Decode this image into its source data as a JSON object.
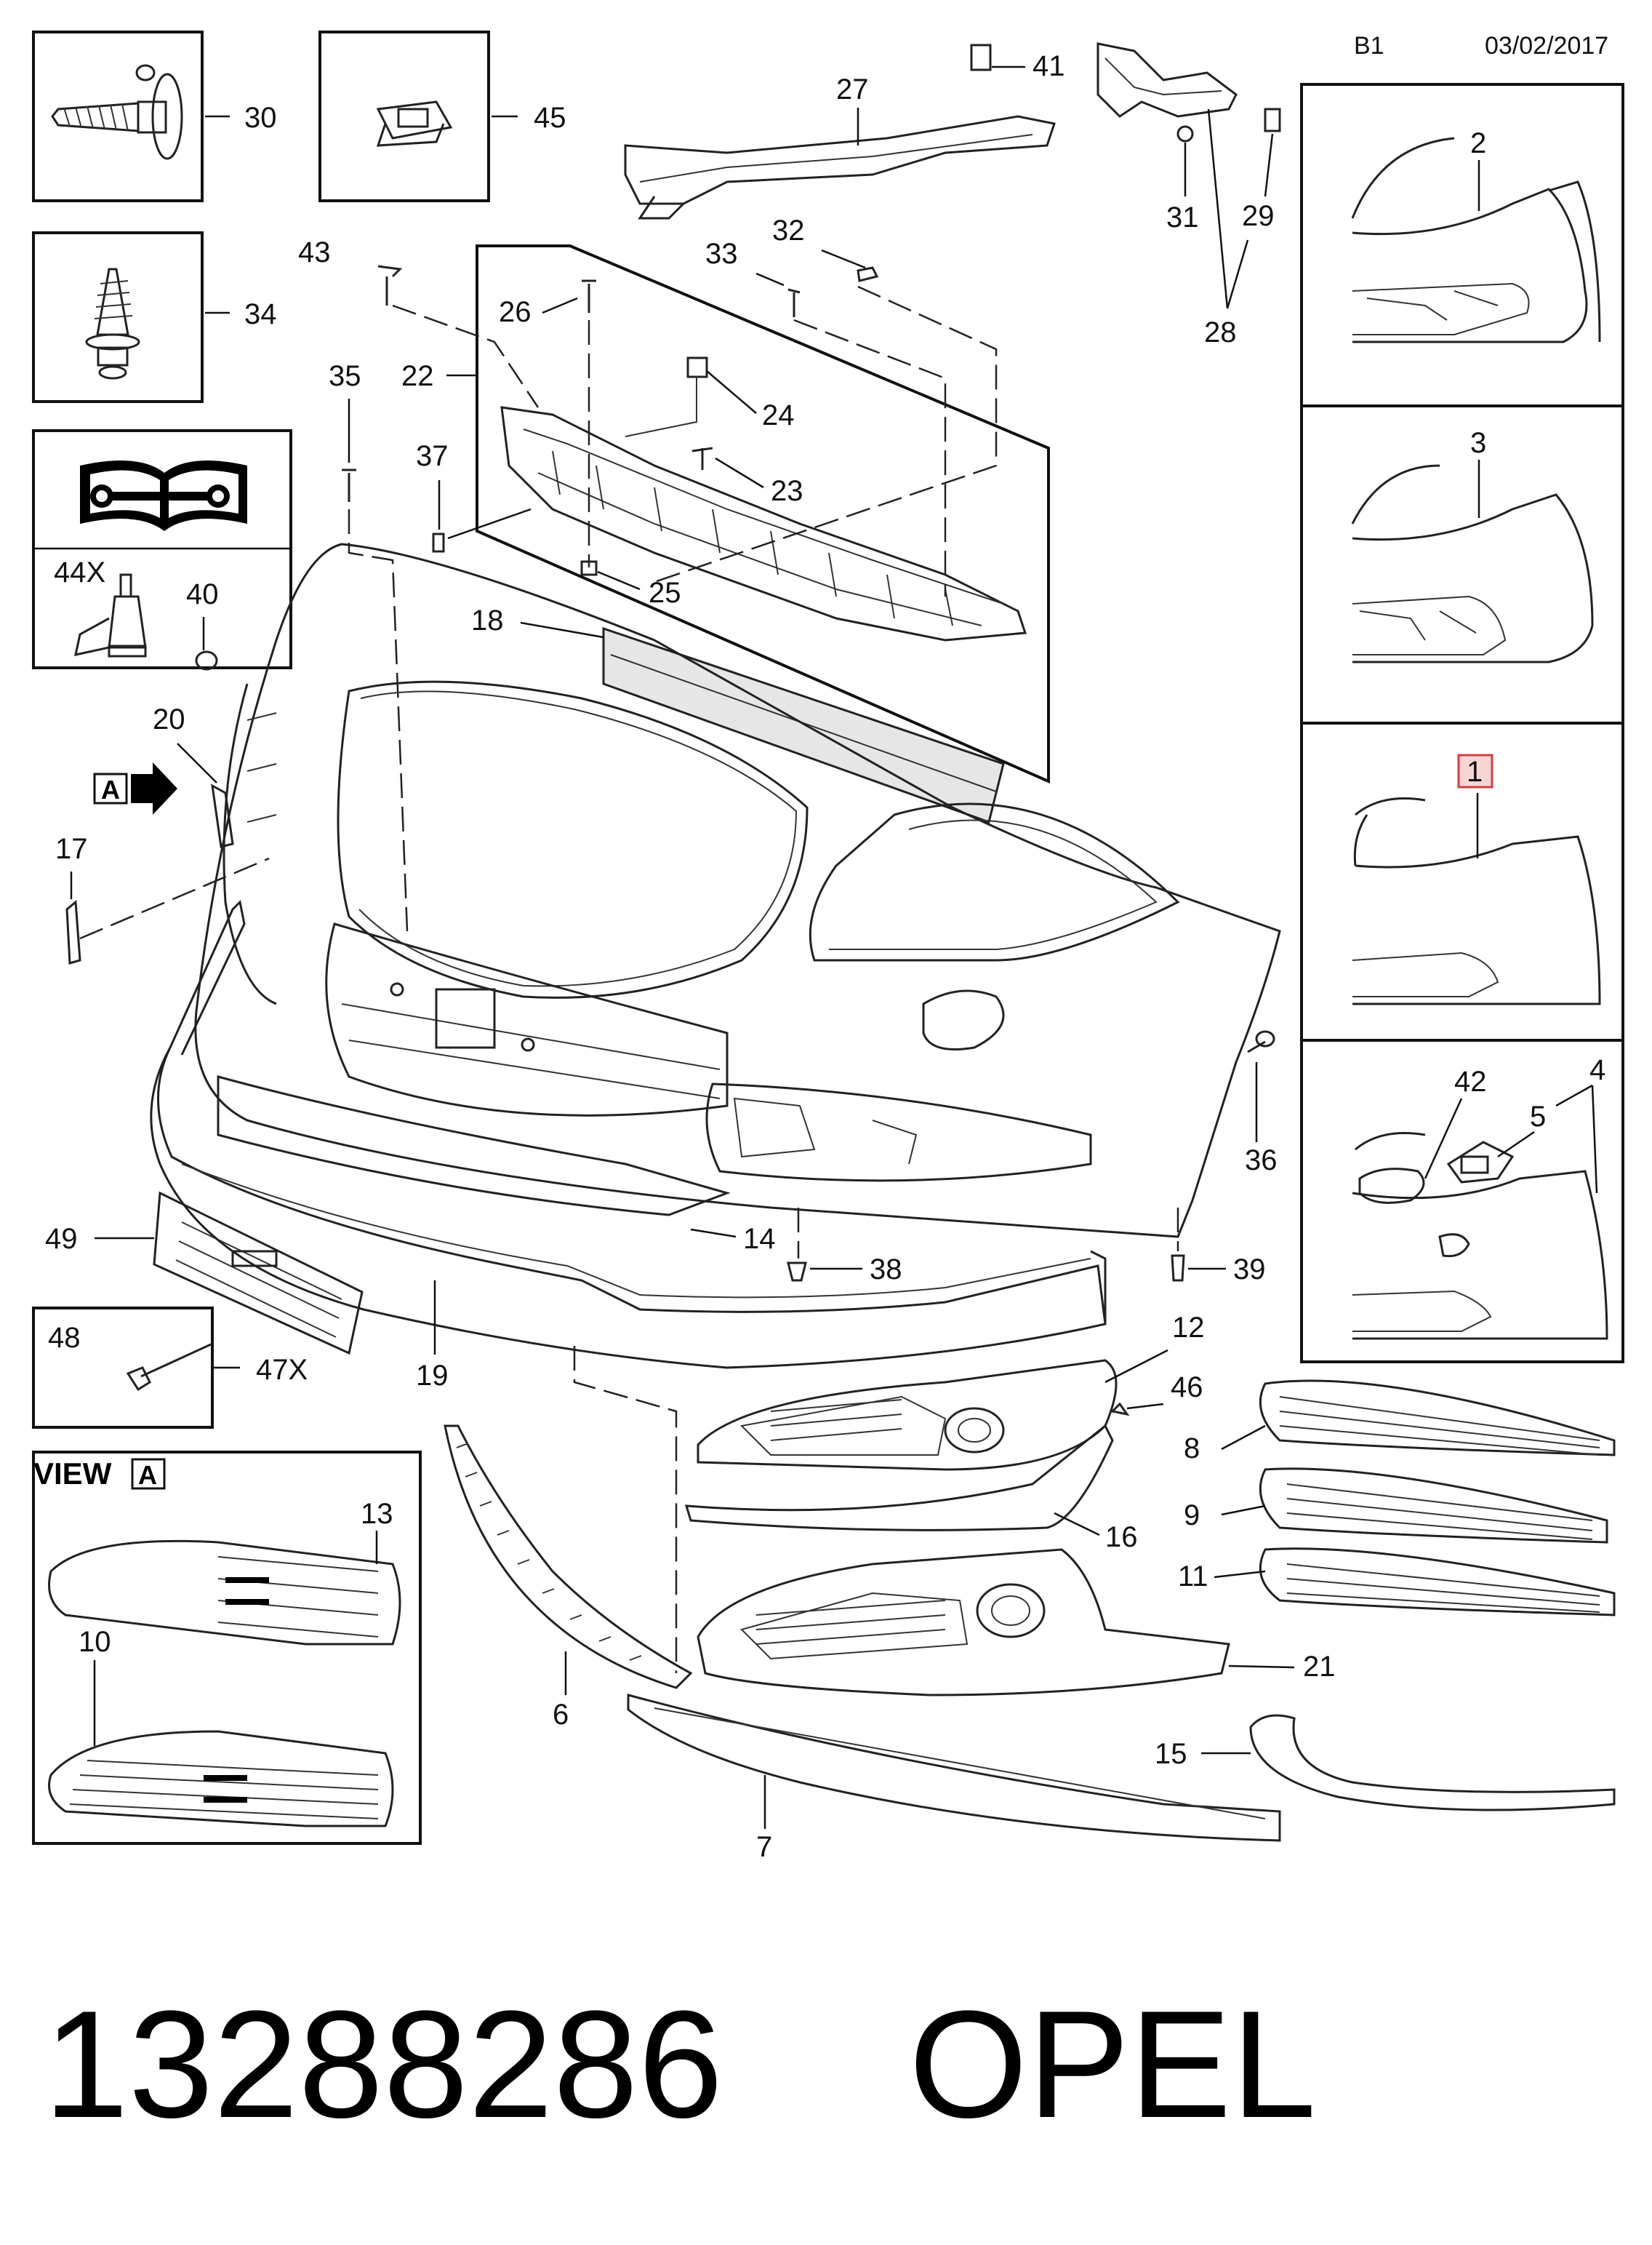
{
  "header": {
    "sheet": "B1",
    "date": "03/02/2017"
  },
  "part_number": "13288286",
  "brand": "OPEL",
  "view_label": "VIEW",
  "view_letter": "A",
  "arrow_letter": "A",
  "callouts": [
    {
      "id": "c30",
      "text": "30"
    },
    {
      "id": "c45",
      "text": "45"
    },
    {
      "id": "c34",
      "text": "34"
    },
    {
      "id": "c44",
      "text": "44X"
    },
    {
      "id": "c27",
      "text": "27"
    },
    {
      "id": "c41",
      "text": "41"
    },
    {
      "id": "c31",
      "text": "31"
    },
    {
      "id": "c29",
      "text": "29"
    },
    {
      "id": "c28",
      "text": "28"
    },
    {
      "id": "c32",
      "text": "32"
    },
    {
      "id": "c33",
      "text": "33"
    },
    {
      "id": "c43",
      "text": "43"
    },
    {
      "id": "c26",
      "text": "26"
    },
    {
      "id": "c35",
      "text": "35"
    },
    {
      "id": "c22",
      "text": "22"
    },
    {
      "id": "c24",
      "text": "24"
    },
    {
      "id": "c37",
      "text": "37"
    },
    {
      "id": "c23",
      "text": "23"
    },
    {
      "id": "c25",
      "text": "25"
    },
    {
      "id": "c40",
      "text": "40"
    },
    {
      "id": "c18",
      "text": "18"
    },
    {
      "id": "c20",
      "text": "20"
    },
    {
      "id": "c17",
      "text": "17"
    },
    {
      "id": "c2",
      "text": "2"
    },
    {
      "id": "c3",
      "text": "3"
    },
    {
      "id": "c1",
      "text": "1"
    },
    {
      "id": "c42",
      "text": "42"
    },
    {
      "id": "c4",
      "text": "4"
    },
    {
      "id": "c5",
      "text": "5"
    },
    {
      "id": "c36",
      "text": "36"
    },
    {
      "id": "c39",
      "text": "39"
    },
    {
      "id": "c14",
      "text": "14"
    },
    {
      "id": "c38",
      "text": "38"
    },
    {
      "id": "c49",
      "text": "49"
    },
    {
      "id": "c48",
      "text": "48"
    },
    {
      "id": "c47",
      "text": "47X"
    },
    {
      "id": "c19",
      "text": "19"
    },
    {
      "id": "c12",
      "text": "12"
    },
    {
      "id": "c46",
      "text": "46"
    },
    {
      "id": "c8",
      "text": "8"
    },
    {
      "id": "c9",
      "text": "9"
    },
    {
      "id": "c11",
      "text": "11"
    },
    {
      "id": "c16",
      "text": "16"
    },
    {
      "id": "c21",
      "text": "21"
    },
    {
      "id": "c13",
      "text": "13"
    },
    {
      "id": "c10",
      "text": "10"
    },
    {
      "id": "c6",
      "text": "6"
    },
    {
      "id": "c15",
      "text": "15"
    },
    {
      "id": "c7",
      "text": "7"
    }
  ],
  "highlight_callout": "1",
  "highlight_color": "#d04040",
  "highlight_fill": "#f6d5d5",
  "icons": [
    "wrench-book-icon",
    "adhesive-tube-icon",
    "view-arrow-icon"
  ]
}
